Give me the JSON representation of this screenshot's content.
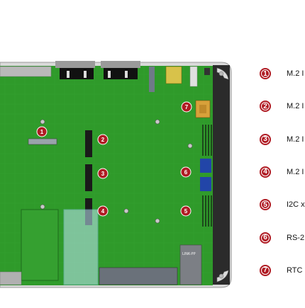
{
  "diagram": {
    "board_silkscreen": "LINK-PP",
    "callouts": [
      {
        "number": "1"
      },
      {
        "number": "2"
      },
      {
        "number": "3"
      },
      {
        "number": "4"
      },
      {
        "number": "5"
      },
      {
        "number": "6"
      },
      {
        "number": "7"
      }
    ],
    "legend": [
      {
        "number": "1",
        "label": "M.2 I"
      },
      {
        "number": "2",
        "label": "M.2 I"
      },
      {
        "number": "3",
        "label": "M.2 I"
      },
      {
        "number": "4",
        "label": "M.2 I"
      },
      {
        "number": "5",
        "label": "I2C x"
      },
      {
        "number": "6",
        "label": "RS-2"
      },
      {
        "number": "7",
        "label": "RTC"
      }
    ],
    "colors": {
      "board": "#2f9a2a",
      "board_dark": "#1d6b1c",
      "badge": "#b01c24",
      "chassis": "#2b2b2b",
      "chassis_edge": "#c8c8c8",
      "usb_blue": "#2245a8"
    }
  }
}
